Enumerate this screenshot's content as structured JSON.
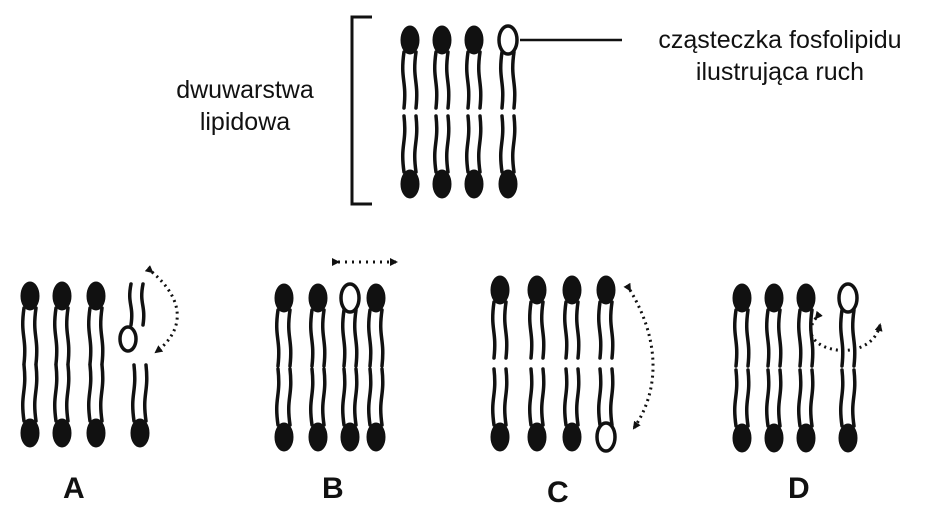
{
  "labels": {
    "bilayer_line1": "dwuwarstwa",
    "bilayer_line2": "lipidowa",
    "molecule_line1": "cząsteczka fosfolipidu",
    "molecule_line2": "ilustrująca ruch"
  },
  "options": [
    "A",
    "B",
    "C",
    "D"
  ],
  "colors": {
    "ink": "#111111",
    "background": "#ffffff"
  }
}
